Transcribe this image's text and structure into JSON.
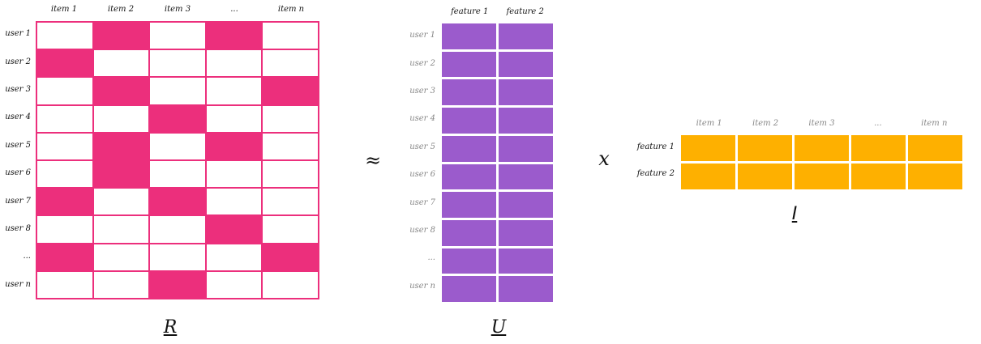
{
  "colors": {
    "r_fill": "#ec2f7c",
    "r_empty": "#ffffff",
    "u_fill": "#9b5bcc",
    "i_fill": "#feb000"
  },
  "r_matrix": {
    "name": "R",
    "column_labels": [
      "item 1",
      "item 2",
      "item 3",
      "...",
      "item n"
    ],
    "row_labels": [
      "user 1",
      "user 2",
      "user 3",
      "user 4",
      "user 5",
      "user 6",
      "user 7",
      "user 8",
      "...",
      "user n"
    ],
    "filled": [
      [
        0,
        1,
        0,
        1,
        0
      ],
      [
        1,
        0,
        0,
        0,
        0
      ],
      [
        0,
        1,
        0,
        0,
        1
      ],
      [
        0,
        0,
        1,
        0,
        0
      ],
      [
        0,
        1,
        0,
        1,
        0
      ],
      [
        0,
        1,
        0,
        0,
        0
      ],
      [
        1,
        0,
        1,
        0,
        0
      ],
      [
        0,
        0,
        0,
        1,
        0
      ],
      [
        1,
        0,
        0,
        0,
        1
      ],
      [
        0,
        0,
        1,
        0,
        0
      ]
    ]
  },
  "approx_symbol": "≈",
  "u_matrix": {
    "name": "U",
    "column_labels": [
      "feature 1",
      "feature 2"
    ],
    "row_labels": [
      "user 1",
      "user 2",
      "user 3",
      "user 4",
      "user 5",
      "user 6",
      "user 7",
      "user 8",
      "...",
      "user n"
    ]
  },
  "times_symbol": "x",
  "i_matrix": {
    "name": "I",
    "column_labels": [
      "item 1",
      "item 2",
      "item 3",
      "...",
      "item n"
    ],
    "row_labels": [
      "feature 1",
      "feature 2"
    ]
  }
}
